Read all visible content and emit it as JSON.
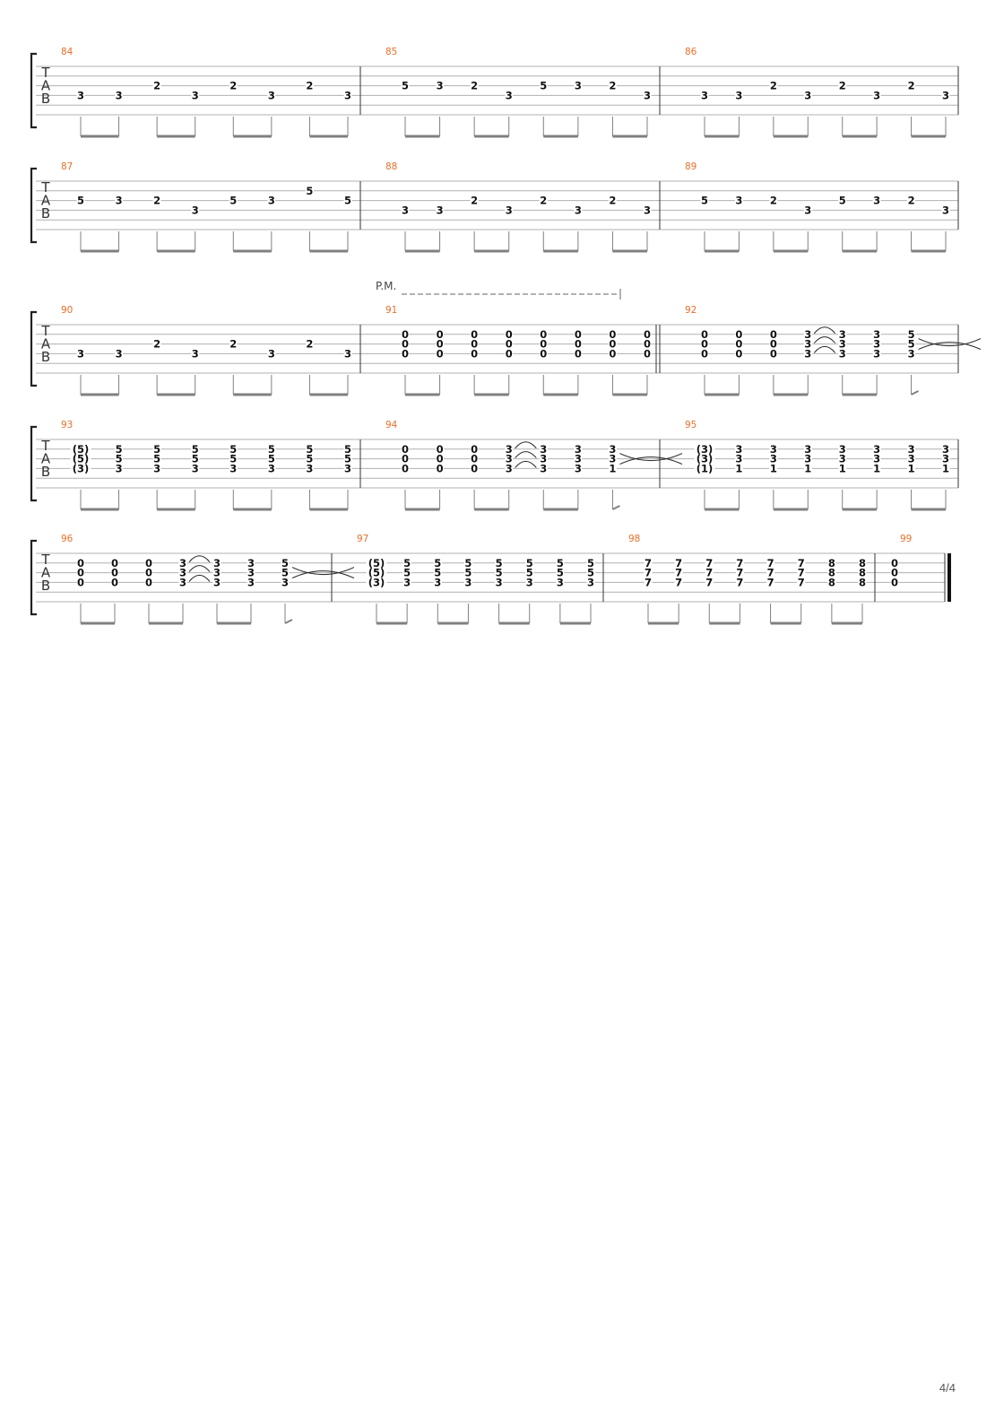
{
  "page": {
    "number": "4/4"
  },
  "clef_letters": [
    "T",
    "A",
    "B"
  ],
  "systems": [
    {
      "measures": [
        {
          "number": "84",
          "events": [
            [
              "",
              "",
              "3"
            ],
            [
              "",
              "",
              "3"
            ],
            [
              "",
              "2",
              ""
            ],
            [
              "",
              "",
              "3"
            ],
            [
              "",
              "2",
              ""
            ],
            [
              "",
              "",
              "3"
            ],
            [
              "",
              "2",
              ""
            ],
            [
              "",
              "",
              "3"
            ]
          ]
        },
        {
          "number": "85",
          "events": [
            [
              "",
              "5",
              ""
            ],
            [
              "",
              "3",
              ""
            ],
            [
              "",
              "2",
              ""
            ],
            [
              "",
              "",
              "3"
            ],
            [
              "",
              "5",
              ""
            ],
            [
              "",
              "3",
              ""
            ],
            [
              "",
              "2",
              ""
            ],
            [
              "",
              "",
              "3"
            ]
          ]
        },
        {
          "number": "86",
          "events": [
            [
              "",
              "",
              "3"
            ],
            [
              "",
              "",
              "3"
            ],
            [
              "",
              "2",
              ""
            ],
            [
              "",
              "",
              "3"
            ],
            [
              "",
              "2",
              ""
            ],
            [
              "",
              "",
              "3"
            ],
            [
              "",
              "2",
              ""
            ],
            [
              "",
              "",
              "3"
            ]
          ]
        }
      ]
    },
    {
      "measures": [
        {
          "number": "87",
          "events": [
            [
              "",
              "5",
              ""
            ],
            [
              "",
              "3",
              ""
            ],
            [
              "",
              "2",
              ""
            ],
            [
              "",
              "",
              "3"
            ],
            [
              "",
              "5",
              ""
            ],
            [
              "",
              "3",
              ""
            ],
            [
              "5",
              "",
              ""
            ],
            [
              "",
              "5",
              ""
            ]
          ]
        },
        {
          "number": "88",
          "events": [
            [
              "",
              "",
              "3"
            ],
            [
              "",
              "",
              "3"
            ],
            [
              "",
              "2",
              ""
            ],
            [
              "",
              "",
              "3"
            ],
            [
              "",
              "2",
              ""
            ],
            [
              "",
              "",
              "3"
            ],
            [
              "",
              "2",
              ""
            ],
            [
              "",
              "",
              "3"
            ]
          ]
        },
        {
          "number": "89",
          "events": [
            [
              "",
              "5",
              ""
            ],
            [
              "",
              "3",
              ""
            ],
            [
              "",
              "2",
              ""
            ],
            [
              "",
              "",
              "3"
            ],
            [
              "",
              "5",
              ""
            ],
            [
              "",
              "3",
              ""
            ],
            [
              "",
              "2",
              ""
            ],
            [
              "",
              "",
              "3"
            ]
          ]
        }
      ]
    },
    {
      "annotation": "P.M.",
      "measures": [
        {
          "number": "90",
          "events": [
            [
              "",
              "",
              "3"
            ],
            [
              "",
              "",
              "3"
            ],
            [
              "",
              "2",
              ""
            ],
            [
              "",
              "",
              "3"
            ],
            [
              "",
              "2",
              ""
            ],
            [
              "",
              "",
              "3"
            ],
            [
              "",
              "2",
              ""
            ],
            [
              "",
              "",
              "3"
            ]
          ]
        },
        {
          "number": "91",
          "events": [
            [
              "0",
              "0",
              "0"
            ],
            [
              "0",
              "0",
              "0"
            ],
            [
              "0",
              "0",
              "0"
            ],
            [
              "0",
              "0",
              "0"
            ],
            [
              "0",
              "0",
              "0"
            ],
            [
              "0",
              "0",
              "0"
            ],
            [
              "0",
              "0",
              "0"
            ],
            [
              "0",
              "0",
              "0"
            ]
          ]
        },
        {
          "number": "92",
          "events": [
            [
              "0",
              "0",
              "0"
            ],
            [
              "0",
              "0",
              "0"
            ],
            [
              "0",
              "0",
              "0"
            ],
            [
              "3",
              "3",
              "3"
            ],
            [
              "3",
              "3",
              "3"
            ],
            [
              "3",
              "3",
              "3"
            ],
            [
              "5",
              "5",
              "3"
            ]
          ]
        }
      ]
    },
    {
      "measures": [
        {
          "number": "93",
          "events": [
            [
              "(5)",
              "(5)",
              "(3)"
            ],
            [
              "5",
              "5",
              "3"
            ],
            [
              "5",
              "5",
              "3"
            ],
            [
              "5",
              "5",
              "3"
            ],
            [
              "5",
              "5",
              "3"
            ],
            [
              "5",
              "5",
              "3"
            ],
            [
              "5",
              "5",
              "3"
            ],
            [
              "5",
              "5",
              "3"
            ]
          ]
        },
        {
          "number": "94",
          "events": [
            [
              "0",
              "0",
              "0"
            ],
            [
              "0",
              "0",
              "0"
            ],
            [
              "0",
              "0",
              "0"
            ],
            [
              "3",
              "3",
              "3"
            ],
            [
              "3",
              "3",
              "3"
            ],
            [
              "3",
              "3",
              "3"
            ],
            [
              "3",
              "3",
              "1"
            ]
          ]
        },
        {
          "number": "95",
          "events": [
            [
              "(3)",
              "(3)",
              "(1)"
            ],
            [
              "3",
              "3",
              "1"
            ],
            [
              "3",
              "3",
              "1"
            ],
            [
              "3",
              "3",
              "1"
            ],
            [
              "3",
              "3",
              "1"
            ],
            [
              "3",
              "3",
              "1"
            ],
            [
              "3",
              "3",
              "1"
            ],
            [
              "3",
              "3",
              "1"
            ]
          ]
        }
      ]
    },
    {
      "measures": [
        {
          "number": "96",
          "events": [
            [
              "0",
              "0",
              "0"
            ],
            [
              "0",
              "0",
              "0"
            ],
            [
              "0",
              "0",
              "0"
            ],
            [
              "3",
              "3",
              "3"
            ],
            [
              "3",
              "3",
              "3"
            ],
            [
              "3",
              "3",
              "3"
            ],
            [
              "5",
              "5",
              "3"
            ]
          ]
        },
        {
          "number": "97",
          "events": [
            [
              "(5)",
              "(5)",
              "(3)"
            ],
            [
              "5",
              "5",
              "3"
            ],
            [
              "5",
              "5",
              "3"
            ],
            [
              "5",
              "5",
              "3"
            ],
            [
              "5",
              "5",
              "3"
            ],
            [
              "5",
              "5",
              "3"
            ],
            [
              "5",
              "5",
              "3"
            ],
            [
              "5",
              "5",
              "3"
            ]
          ]
        },
        {
          "number": "98",
          "events": [
            [
              "7",
              "7",
              "7"
            ],
            [
              "7",
              "7",
              "7"
            ],
            [
              "7",
              "7",
              "7"
            ],
            [
              "7",
              "7",
              "7"
            ],
            [
              "7",
              "7",
              "7"
            ],
            [
              "7",
              "7",
              "7"
            ],
            [
              "8",
              "8",
              "8"
            ],
            [
              "8",
              "8",
              "8"
            ]
          ]
        },
        {
          "number": "99",
          "events": [
            [
              "0",
              "0",
              "0"
            ]
          ]
        }
      ]
    }
  ],
  "colors": {
    "measure_number": "#e8702a",
    "staff_line": "#b0b0b0",
    "ink": "#111111",
    "beam": "#808080"
  }
}
